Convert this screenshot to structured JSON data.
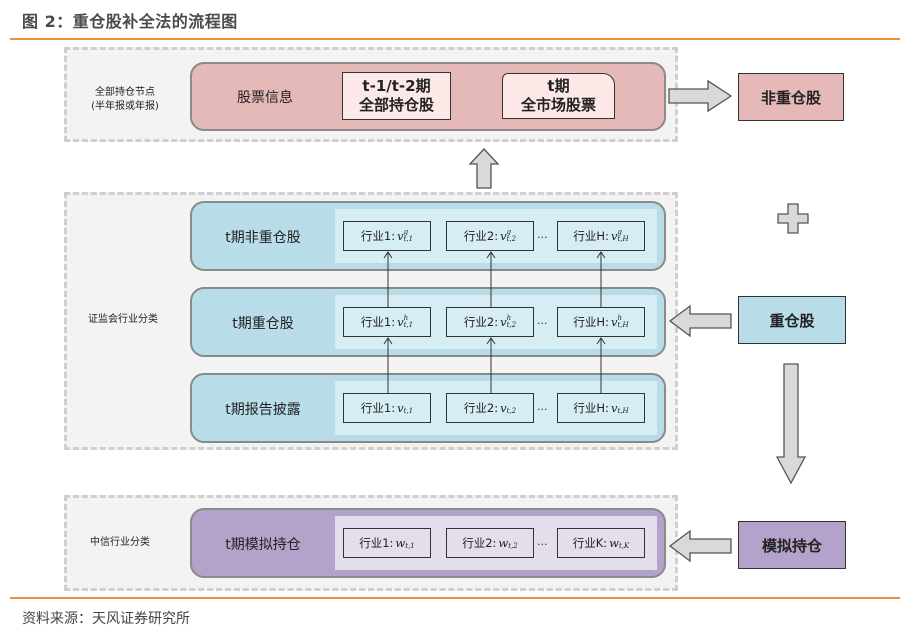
{
  "title": "图 2：重仓股补全法的流程图",
  "source": "资料来源：天风证券研究所",
  "colors": {
    "accent_rule": "#e8913f",
    "pink": "#e6b9b9",
    "blue": "#b8dce8",
    "purple": "#b3a2c9",
    "arrow_fill": "#d9d9d9"
  },
  "top_group": {
    "label_line1": "全部持仓节点",
    "label_line2": "(半年报或年报)",
    "band_label": "股票信息",
    "box1_line1": "t-1/t-2期",
    "box1_line2": "全部持仓股",
    "box2_line1": "t期",
    "box2_line2": "全市场股票"
  },
  "non_heavy_box": "非重仓股",
  "plus_icon": "plus-icon",
  "middle_group": {
    "label": "证监会行业分类",
    "rows": [
      {
        "label": "t期非重仓股",
        "cells": [
          {
            "name": "行业1:",
            "var": "v",
            "sup": "g",
            "sub": "t,1"
          },
          {
            "name": "行业2:",
            "var": "v",
            "sup": "g",
            "sub": "t,2"
          },
          {
            "name": "行业H:",
            "var": "v",
            "sup": "g",
            "sub": "t,H"
          }
        ]
      },
      {
        "label": "t期重仓股",
        "cells": [
          {
            "name": "行业1:",
            "var": "v",
            "sup": "h",
            "sub": "t,1"
          },
          {
            "name": "行业2:",
            "var": "v",
            "sup": "h",
            "sub": "t,2"
          },
          {
            "name": "行业H:",
            "var": "v",
            "sup": "h",
            "sub": "t,H"
          }
        ]
      },
      {
        "label": "t期报告披露",
        "cells": [
          {
            "name": "行业1:",
            "var": "v",
            "sup": "",
            "sub": "t,1"
          },
          {
            "name": "行业2:",
            "var": "v",
            "sup": "",
            "sub": "t,2"
          },
          {
            "name": "行业H:",
            "var": "v",
            "sup": "",
            "sub": "t,H"
          }
        ]
      }
    ],
    "ellipsis": "..."
  },
  "heavy_box": "重仓股",
  "bottom_group": {
    "label": "中信行业分类",
    "row": {
      "label": "t期模拟持仓",
      "cells": [
        {
          "name": "行业1:",
          "var": "w",
          "sup": "",
          "sub": "t,1"
        },
        {
          "name": "行业2:",
          "var": "w",
          "sup": "",
          "sub": "t,2"
        },
        {
          "name": "行业K:",
          "var": "w",
          "sup": "",
          "sub": "t,K"
        }
      ]
    },
    "ellipsis": "..."
  },
  "sim_box": "模拟持仓"
}
